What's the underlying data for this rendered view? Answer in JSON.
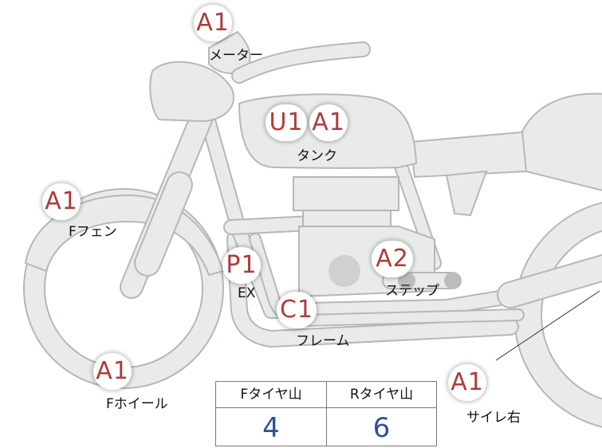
{
  "badges": {
    "meter": "A1",
    "tank_u": "U1",
    "tank_a": "A1",
    "ffender": "A1",
    "ex": "P1",
    "step": "A2",
    "frame": "C1",
    "fwheel": "A1",
    "muffler": "A1"
  },
  "labels": {
    "meter": "メーター",
    "tank": "タンク",
    "ffender": "Fフェン",
    "ex": "EX",
    "step": "ステップ",
    "frame": "フレーム",
    "fwheel": "Fホイール",
    "muffler": "サイレ右"
  },
  "table": {
    "headers": [
      "Fタイヤ山",
      "Rタイヤ山"
    ],
    "values": [
      "4",
      "6"
    ]
  }
}
